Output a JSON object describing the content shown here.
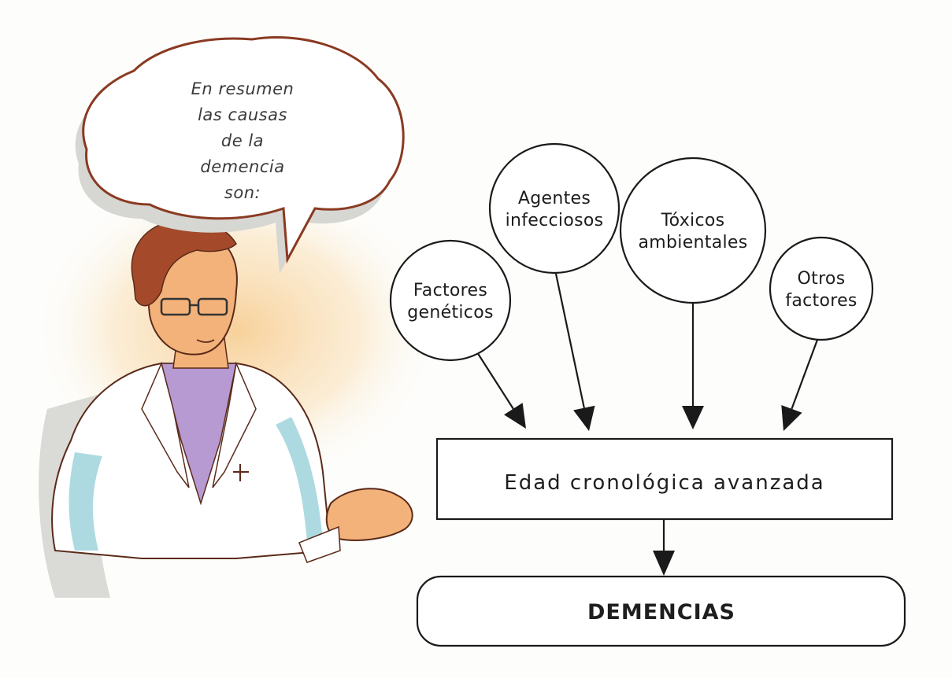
{
  "speech_bubble": {
    "lines": [
      "En resumen",
      "las causas",
      "de la",
      "demencia",
      "son:"
    ]
  },
  "causes": [
    {
      "id": "geneticos",
      "lines": [
        "Factores",
        "genéticos"
      ]
    },
    {
      "id": "infecciosos",
      "lines": [
        "Agentes",
        "infecciosos"
      ]
    },
    {
      "id": "toxicos",
      "lines": [
        "Tóxicos",
        "ambientales"
      ]
    },
    {
      "id": "otros",
      "lines": [
        "Otros",
        "factores"
      ]
    }
  ],
  "central_box": {
    "label": "Edad cronológica avanzada"
  },
  "result_box": {
    "label": "DEMENCIAS"
  },
  "colors": {
    "coat_shadow": "#9fd4dc",
    "shirt": "#b79ad2",
    "hair": "#a44a2a",
    "skin": "#f3b27a",
    "background_glow": "#f7c77c",
    "ink": "#1a1a1a"
  }
}
